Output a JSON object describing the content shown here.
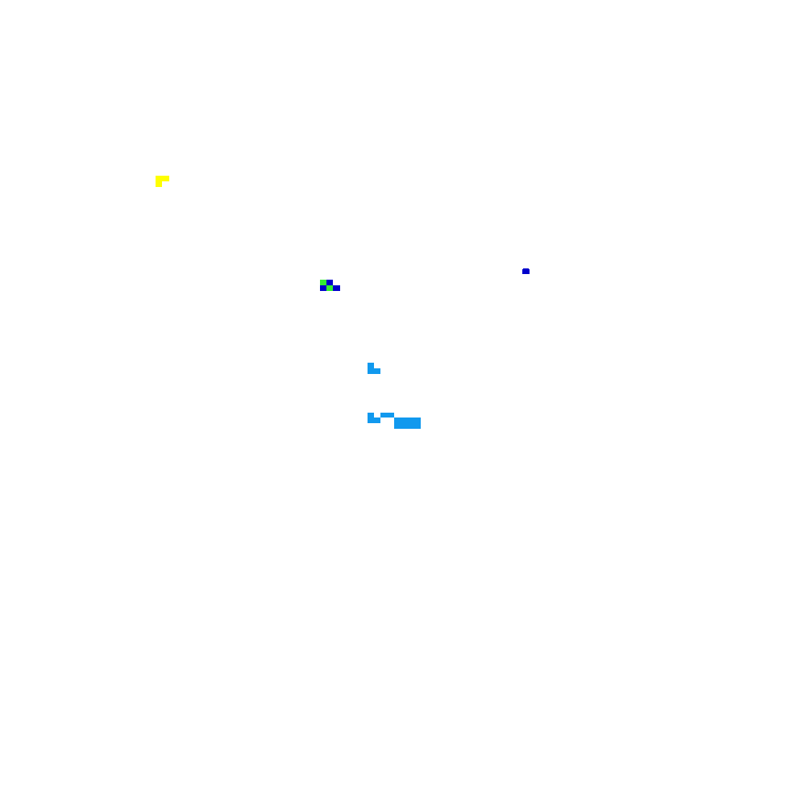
{
  "scene": {
    "background": "#ffffff"
  },
  "objects": [
    {
      "id": "yellow-block",
      "color": "#ffff00"
    },
    {
      "id": "blue-dot",
      "color": "#0000cc"
    },
    {
      "id": "green-blue-cluster",
      "colors": [
        "#33ee33",
        "#0000cc"
      ]
    },
    {
      "id": "cyan-l-shape",
      "color": "#1199ee"
    },
    {
      "id": "cyan-group",
      "color": "#1199ee"
    }
  ],
  "palette": {
    "yellow": "#ffff00",
    "blue": "#0000cc",
    "green": "#33ee33",
    "cyan": "#1199ee"
  }
}
